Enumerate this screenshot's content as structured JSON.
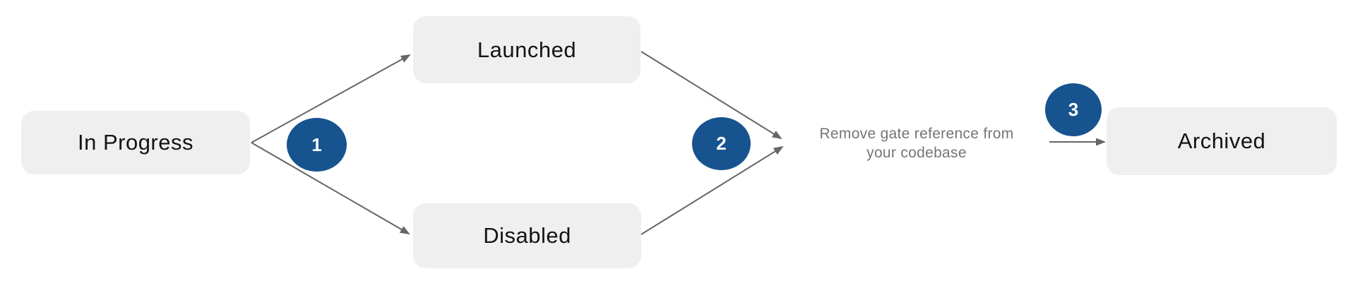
{
  "diagram": {
    "title_hint": "feature flag lifecycle flow",
    "colors": {
      "background": "#ffffff",
      "node_fill": "#efefef",
      "node_text": "#141414",
      "step_badge_fill": "#17538f",
      "step_badge_text": "#ffffff",
      "arrow": "#666666",
      "annotation_text": "#757575"
    },
    "nodes": [
      {
        "id": "in-progress",
        "label": "In Progress"
      },
      {
        "id": "launched",
        "label": "Launched"
      },
      {
        "id": "disabled",
        "label": "Disabled"
      },
      {
        "id": "archived",
        "label": "Archived"
      }
    ],
    "steps": [
      {
        "number": "1"
      },
      {
        "number": "2"
      },
      {
        "number": "3"
      }
    ],
    "annotation": {
      "line1": "Remove gate reference from",
      "line2": "your codebase"
    },
    "edges": [
      {
        "from": "in-progress",
        "to": "launched"
      },
      {
        "from": "in-progress",
        "to": "disabled"
      },
      {
        "from": "launched",
        "to": "remove-gate-note"
      },
      {
        "from": "disabled",
        "to": "remove-gate-note"
      },
      {
        "from": "remove-gate-note",
        "to": "archived"
      }
    ]
  }
}
